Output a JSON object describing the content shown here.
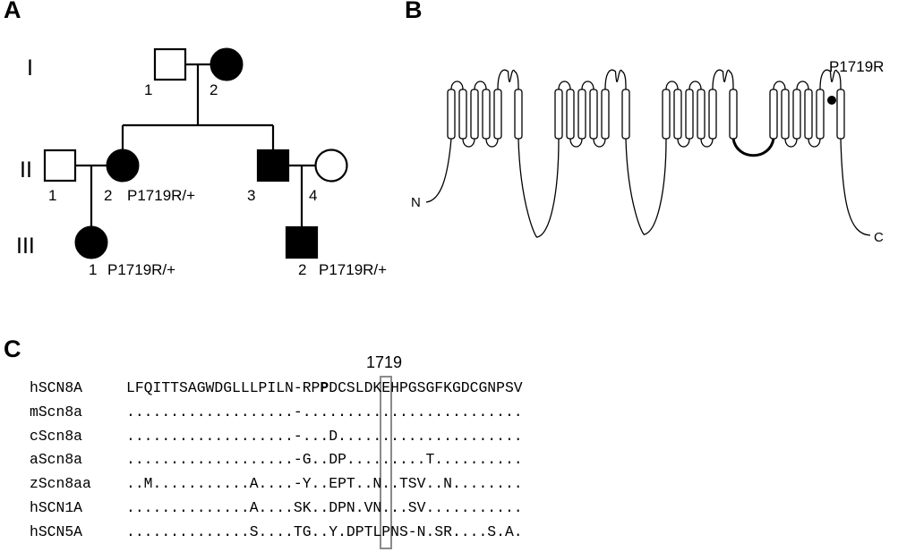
{
  "panels": {
    "a": "A",
    "b": "B",
    "c": "C"
  },
  "pedigree": {
    "generations": [
      "I",
      "II",
      "III"
    ],
    "individuals": [
      {
        "id": "I-1",
        "number": "1",
        "sex": "male",
        "affected": false,
        "genotype": ""
      },
      {
        "id": "I-2",
        "number": "2",
        "sex": "female",
        "affected": true,
        "genotype": ""
      },
      {
        "id": "II-1",
        "number": "1",
        "sex": "male",
        "affected": false,
        "genotype": ""
      },
      {
        "id": "II-2",
        "number": "2",
        "sex": "female",
        "affected": true,
        "genotype": "P1719R/+"
      },
      {
        "id": "II-3",
        "number": "3",
        "sex": "male",
        "affected": true,
        "genotype": ""
      },
      {
        "id": "II-4",
        "number": "4",
        "sex": "female",
        "affected": false,
        "genotype": ""
      },
      {
        "id": "III-1",
        "number": "1",
        "sex": "female",
        "affected": true,
        "genotype": "P1719R/+"
      },
      {
        "id": "III-2",
        "number": "2",
        "sex": "male",
        "affected": true,
        "genotype": "P1719R/+"
      }
    ]
  },
  "topology": {
    "mutation_label": "P1719R",
    "n_terminus": "N",
    "c_terminus": "C"
  },
  "alignment": {
    "position_label": "1719",
    "rows": [
      {
        "name": "hSCN8A",
        "pre": "LFQITTSAGWDGLLLPILN-RP",
        "mid": "P",
        "post": "DCSLDKEHPGSGFKGDCGNPSV"
      },
      {
        "name": "mScn8a",
        "pre": "...................-..",
        "mid": ".",
        "post": "......................"
      },
      {
        "name": "cScn8a",
        "pre": "...................-..",
        "mid": ".",
        "post": "D....................."
      },
      {
        "name": "aScn8a",
        "pre": "...................-G.",
        "mid": ".",
        "post": "DP.........T.........."
      },
      {
        "name": "zScn8aa",
        "pre": "..M...........A....-Y.",
        "mid": ".",
        "post": "EPT..N..TSV..N........"
      },
      {
        "name": "hSCN1A",
        "pre": "..............A....SK.",
        "mid": ".",
        "post": "DPN.VN...SV..........."
      },
      {
        "name": "hSCN5A",
        "pre": "..............S....TG.",
        "mid": ".",
        "post": "Y.DPTLPNS-N.SR....S.A."
      }
    ]
  }
}
